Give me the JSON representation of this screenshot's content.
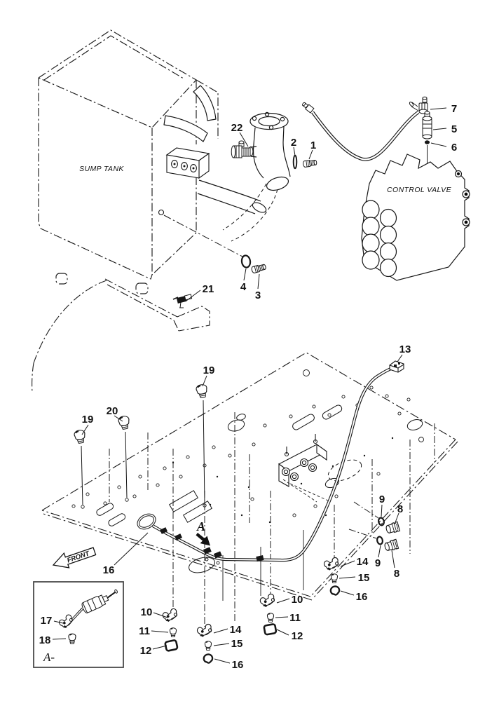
{
  "diagram": {
    "annotations": {
      "sump_tank": "SUMP TANK",
      "control_valve": "CONTROL VALVE",
      "front_arrow": "FRONT",
      "section_marker": "A",
      "section_detail": "A-"
    },
    "callouts": {
      "p22": "22",
      "p2": "2",
      "p1": "1",
      "p7": "7",
      "p5": "5",
      "p6": "6",
      "p4": "4",
      "p3": "3",
      "p21": "21",
      "p19_1": "19",
      "p20": "20",
      "p19_2": "19",
      "p13": "13",
      "p9_1": "9",
      "p8_1": "8",
      "p9_2": "9",
      "p8_2": "8",
      "p14_1": "14",
      "p15_1": "15",
      "p16_1": "16",
      "p10_1": "10",
      "p11_1": "11",
      "p12_1": "12",
      "p10_2": "10",
      "p11_2": "11",
      "p12_2": "12",
      "p14_2": "14",
      "p15_2": "15",
      "p16_2": "16",
      "p16_3": "16",
      "p17": "17",
      "p18": "18"
    },
    "colors": {
      "line": "#161616",
      "background": "#ffffff",
      "detail_box_border": "#4a4a4a"
    }
  }
}
